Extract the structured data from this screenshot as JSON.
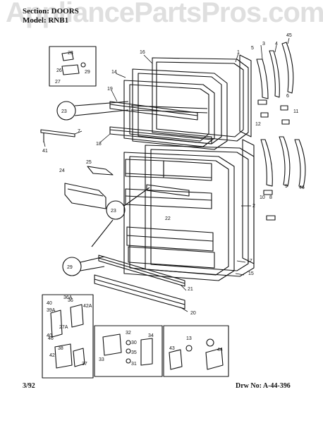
{
  "header": {
    "section_line": "Section: DOORS",
    "model_line": "Model: RNB1"
  },
  "watermark": {
    "text": "AppliancePartsPros.com",
    "color": "#9a9a9a"
  },
  "footer": {
    "date": "3/92",
    "drawing_number": "Drw No: A-44-396"
  },
  "callouts": {
    "c1": "1",
    "c2": "2",
    "c3": "3",
    "c4": "4",
    "c5": "5",
    "c6": "6",
    "c7": "7",
    "c8": "8",
    "c9": "9",
    "c10": "10",
    "c11": "11",
    "c12": "12",
    "c13": "13",
    "c14": "14",
    "c15": "15",
    "c16": "16",
    "c17": "17",
    "c18": "18",
    "c19": "19",
    "c20": "20",
    "c21": "21",
    "c22": "22",
    "c23a": "23",
    "c23b": "23",
    "c24": "24",
    "c25": "25",
    "c26": "26",
    "c27": "27",
    "c28": "28",
    "c29a": "29",
    "c29b": "29",
    "c30": "30",
    "c31": "31",
    "c32": "32",
    "c33": "33",
    "c34": "34",
    "c35": "35",
    "c36": "36",
    "c36a": "36A",
    "c37": "37",
    "c38": "38",
    "c39a": "39A",
    "c40a": "40",
    "c40b": "40",
    "c41": "41",
    "c42": "42",
    "c42a": "42A",
    "c43": "43",
    "c44": "44",
    "c45": "45",
    "c46a": "46",
    "c46b": "46",
    "c27a": "27A"
  }
}
